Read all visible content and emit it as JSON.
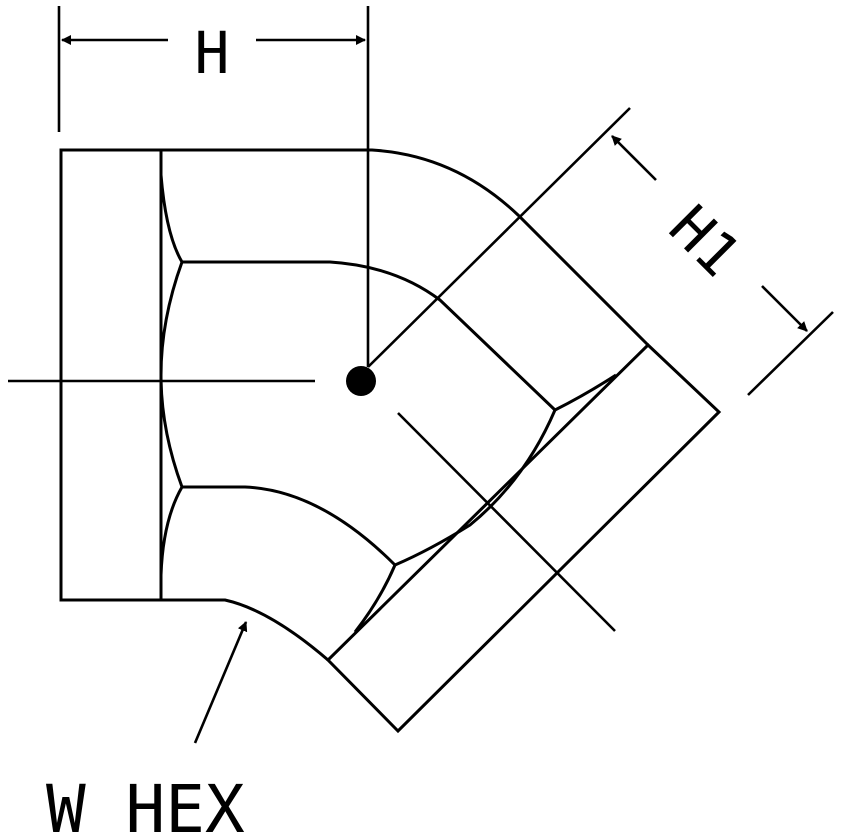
{
  "labels": {
    "dim_h": "H",
    "dim_h1": "H1",
    "callout_w_hex": "W HEX"
  },
  "colors": {
    "line": "#000000",
    "background": "#ffffff"
  }
}
